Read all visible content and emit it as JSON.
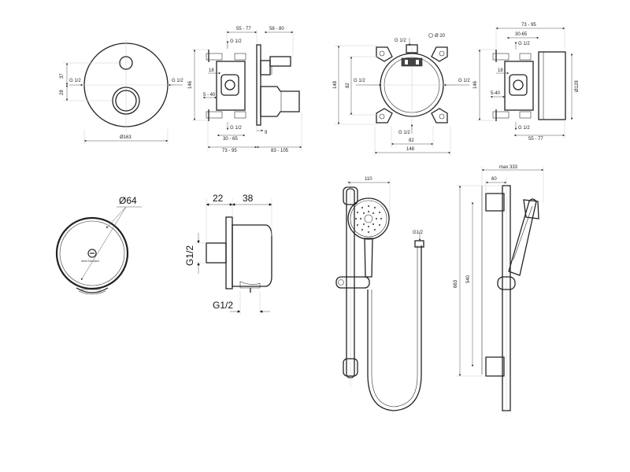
{
  "views": {
    "front_plate": {
      "labels": {
        "dim_37": "37",
        "dim_28": "28",
        "thread_left": "G 1/2",
        "thread_right": "G 1/2",
        "diameter": "Ø163"
      }
    },
    "side_body": {
      "labels": {
        "dim_55_77": "55 - 77",
        "dim_58_80": "58 - 80",
        "thread_top": "G 1/2",
        "dim_146": "146",
        "dim_18": "18",
        "dim_5_40": "5 - 40",
        "thread_bottom": "G 1/2",
        "dim_30_65": "30 - 65",
        "dim_9": "9",
        "dim_73_95": "73 - 95",
        "dim_83_105": "83 - 105"
      }
    },
    "box_front": {
      "labels": {
        "thread_top": "G 1/2",
        "dia_20": "Ø 20",
        "dim_148": "148",
        "dim_82_v": "82",
        "thread_left": "G 1/2",
        "thread_right": "G 1/2",
        "thread_bottom": "G 1/2",
        "dim_82_h": "82",
        "dim_148_h": "148"
      }
    },
    "box_side": {
      "labels": {
        "dim_73_95": "73 - 95",
        "dim_30_65": "30-65",
        "thread_top": "G 1/2",
        "dim_146": "146",
        "dim_18": "18",
        "dim_5_40": "5-40",
        "thread_bottom": "G 1/2",
        "dia_128": "Ø128",
        "dim_55_77": "55 - 77"
      }
    },
    "outlet_front": {
      "labels": {
        "diameter": "Ø64",
        "brand": "Ideal Standard"
      }
    },
    "outlet_side": {
      "labels": {
        "dim_22": "22",
        "dim_38": "38",
        "thread_side": "G1/2",
        "thread_bottom": "G1/2"
      }
    },
    "shower_kit": {
      "labels": {
        "dim_110": "110",
        "hose_thread": "G1/2"
      }
    },
    "shower_rail": {
      "labels": {
        "dim_max333": "max 333",
        "dim_60": "60",
        "dim_663": "663",
        "dim_540": "540"
      }
    }
  },
  "colors": {
    "line": "#222222",
    "background": "#ffffff"
  }
}
